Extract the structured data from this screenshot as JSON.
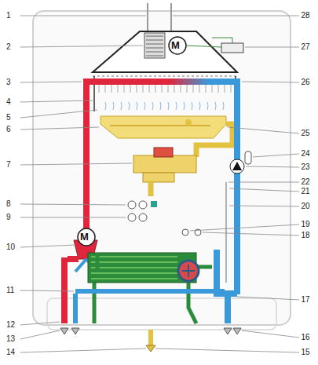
{
  "diagram": {
    "labels": [
      "1",
      "2",
      "3",
      "4",
      "5",
      "6",
      "7",
      "8",
      "9",
      "10",
      "11",
      "12",
      "13",
      "14",
      "15",
      "16",
      "17",
      "18",
      "19",
      "20",
      "21",
      "22",
      "23",
      "24",
      "25",
      "26",
      "27",
      "28",
      "M",
      "M"
    ]
  }
}
